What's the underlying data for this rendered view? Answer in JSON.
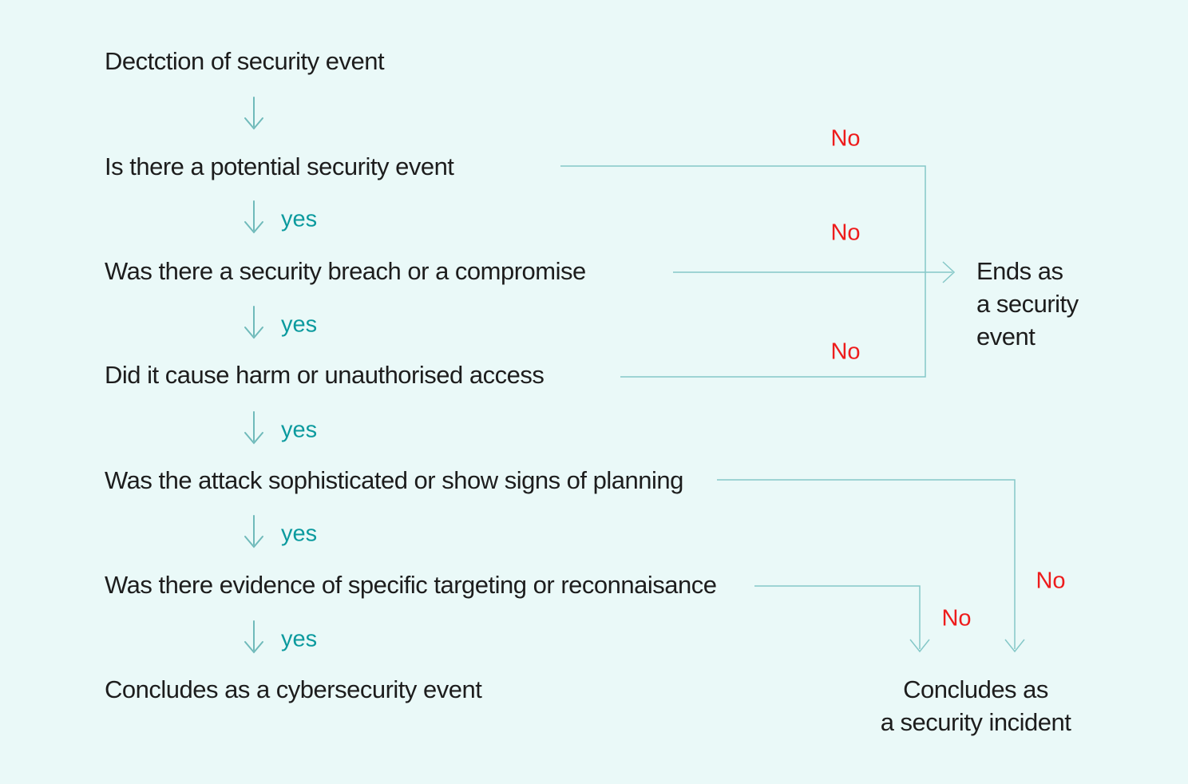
{
  "theme": {
    "background": "#eaf9f8",
    "line_color": "#85c8c8",
    "arrow_color": "#6fbaba",
    "yes_color": "#0b9a9e",
    "no_color": "#ee1c1c",
    "text_color": "#1d1d1d"
  },
  "flowchart": {
    "steps": {
      "start": "Dectction of security event",
      "q_potential": "Is there a potential security event",
      "q_breach": "Was there a security breach or a compromise",
      "q_harm": "Did it cause harm or unauthorised access",
      "q_sophistication": "Was the attack sophisticated or show signs of planning",
      "q_targeting": "Was there evidence of specific targeting or reconnaisance",
      "end_cyber_event": "Concludes as a cybersecurity event"
    },
    "outcomes": {
      "security_event": {
        "line1": "Ends as",
        "line2": "a security",
        "line3": "event"
      },
      "security_incident": {
        "line1": "Concludes as",
        "line2": "a security incident"
      }
    },
    "labels": {
      "yes": "yes",
      "no": "No"
    }
  }
}
